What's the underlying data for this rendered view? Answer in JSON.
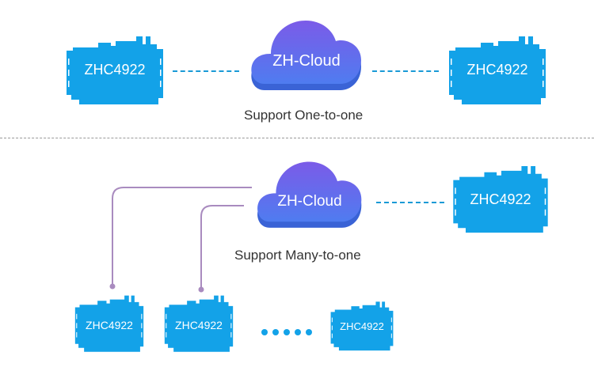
{
  "colors": {
    "device": "#13a2e8",
    "cloud_top": "#7b5be8",
    "cloud_bottom": "#4f7cf0",
    "connector_purple": "#a98bbf",
    "dash_blue": "#1a9ad6",
    "divider": "#9a9a9a"
  },
  "top_section": {
    "left_device": {
      "label": "ZHC4922"
    },
    "cloud": {
      "label": "ZH-Cloud"
    },
    "right_device": {
      "label": "ZHC4922"
    },
    "caption": "Support One-to-one"
  },
  "bottom_section": {
    "cloud": {
      "label": "ZH-Cloud"
    },
    "right_device": {
      "label": "ZHC4922"
    },
    "caption": "Support Many-to-one",
    "devices": [
      {
        "label": "ZHC4922"
      },
      {
        "label": "ZHC4922"
      },
      {
        "label": "ZHC4922"
      }
    ],
    "ellipsis_dot_count": 5
  }
}
